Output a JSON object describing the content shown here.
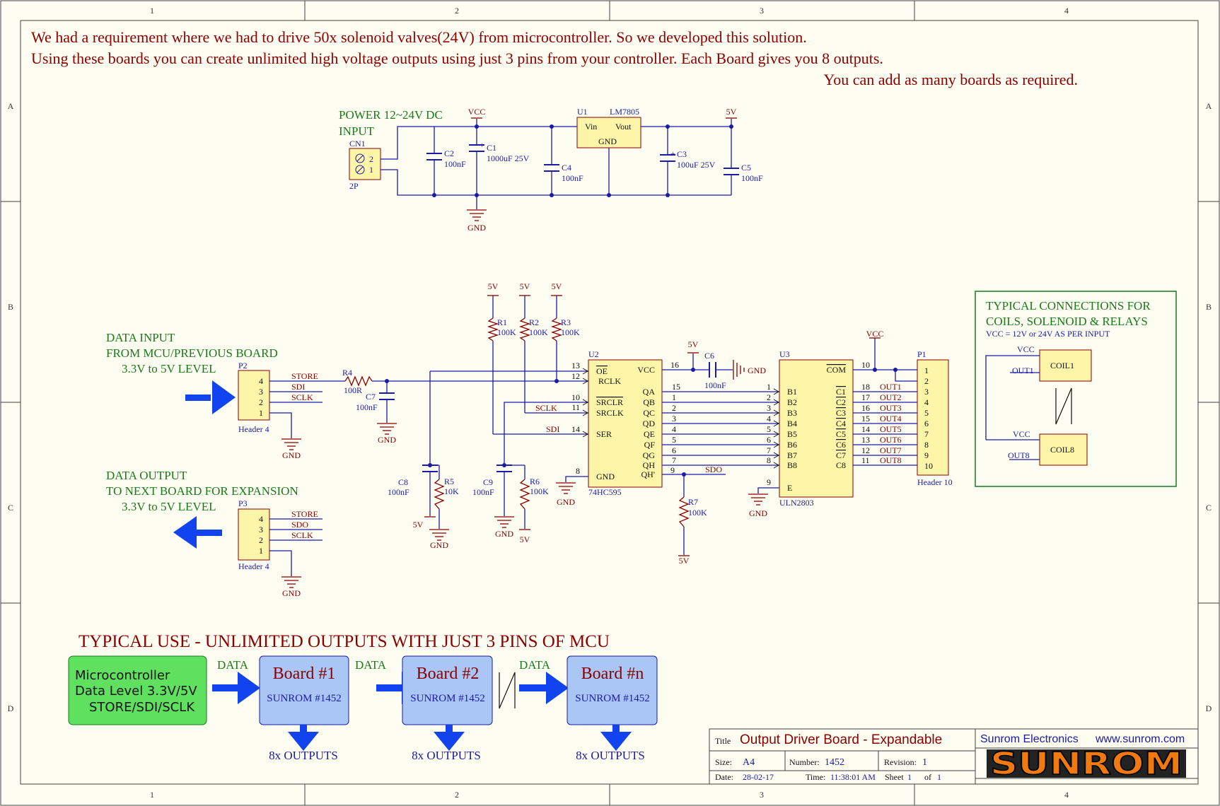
{
  "frame": {
    "columns": [
      "1",
      "2",
      "3",
      "4"
    ],
    "rows": [
      "A",
      "B",
      "C",
      "D"
    ]
  },
  "notes": {
    "line1": "We had a requirement where we had to drive 50x solenoid valves(24V) from microcontroller. So we developed this solution.",
    "line2": "Using these boards you can create unlimited high voltage outputs using just 3 pins from your controller. Each Board gives you 8 outputs.",
    "line3": "You can add as many boards as required."
  },
  "power": {
    "title_line1": "POWER 12~24V DC",
    "title_line2": "INPUT",
    "connector": {
      "ref": "CN1",
      "value": "2P",
      "pins": [
        "2",
        "1"
      ]
    },
    "vcc_label": "VCC",
    "out_label": "5V",
    "gnd_label": "GND",
    "regulator": {
      "ref": "U1",
      "part": "LM7805",
      "vin": "Vin",
      "vout": "Vout",
      "gnd": "GND"
    },
    "caps": [
      {
        "ref": "C2",
        "value": "100nF"
      },
      {
        "ref": "C1",
        "value": "1000uF 25V"
      },
      {
        "ref": "C4",
        "value": "100nF"
      },
      {
        "ref": "C3",
        "value": "100uF 25V"
      },
      {
        "ref": "C5",
        "value": "100nF"
      }
    ]
  },
  "data_input": {
    "line1": "DATA INPUT",
    "line2": "FROM MCU/PREVIOUS BOARD",
    "line3": "3.3V to 5V LEVEL",
    "header": {
      "ref": "P2",
      "name": "Header 4",
      "pins": [
        "4",
        "3",
        "2",
        "1"
      ]
    },
    "signals": [
      "STORE",
      "SDI",
      "SCLK"
    ]
  },
  "data_output": {
    "line1": "DATA OUTPUT",
    "line2": "TO NEXT BOARD FOR EXPANSION",
    "line3": "3.3V to 5V LEVEL",
    "header": {
      "ref": "P3",
      "name": "Header 4",
      "pins": [
        "4",
        "3",
        "2",
        "1"
      ]
    },
    "signals": [
      "STORE",
      "SDO",
      "SCLK"
    ]
  },
  "passives": {
    "R1": {
      "ref": "R1",
      "value": "100K"
    },
    "R2": {
      "ref": "R2",
      "value": "100K"
    },
    "R3": {
      "ref": "R3",
      "value": "100K"
    },
    "R4": {
      "ref": "R4",
      "value": "100R"
    },
    "R5": {
      "ref": "R5",
      "value": "10K"
    },
    "R6": {
      "ref": "R6",
      "value": "100K"
    },
    "R7": {
      "ref": "R7",
      "value": "100K"
    },
    "C6": {
      "ref": "C6",
      "value": "100nF"
    },
    "C7": {
      "ref": "C7",
      "value": "100nF"
    },
    "C8": {
      "ref": "C8",
      "value": "100nF"
    },
    "C9": {
      "ref": "C9",
      "value": "100nF"
    }
  },
  "net": {
    "v5": "5V",
    "vcc": "VCC",
    "gnd": "GND",
    "sclk": "SCLK",
    "sdi": "SDI",
    "sdo": "SDO"
  },
  "u2": {
    "ref": "U2",
    "part": "74HC595",
    "oe": "OE",
    "rclk": "RCLK",
    "srclr": "SRCLR",
    "srclk": "SRCLK",
    "ser": "SER",
    "gnd": "GND",
    "vcc": "VCC",
    "pin_oe": "13",
    "pin_rclk": "12",
    "pin_srclr": "10",
    "pin_srclk": "11",
    "pin_ser": "14",
    "pin_gnd": "8",
    "pin_vcc": "16",
    "pin_qh2": "9",
    "outputs": [
      "QA",
      "QB",
      "QC",
      "QD",
      "QE",
      "QF",
      "QG",
      "QH"
    ],
    "output_pins": [
      "15",
      "1",
      "2",
      "3",
      "4",
      "5",
      "6",
      "7"
    ],
    "qh2": "QH'"
  },
  "u3": {
    "ref": "U3",
    "part": "ULN2803",
    "inputs": [
      "B1",
      "B2",
      "B3",
      "B4",
      "B5",
      "B6",
      "B7",
      "B8"
    ],
    "input_pins": [
      "1",
      "2",
      "3",
      "4",
      "5",
      "6",
      "7",
      "8"
    ],
    "outputs": [
      "C1",
      "C2",
      "C3",
      "C4",
      "C5",
      "C6",
      "C7",
      "C8"
    ],
    "output_pins": [
      "18",
      "17",
      "16",
      "15",
      "14",
      "13",
      "12",
      "11"
    ],
    "com": "COM",
    "pin_com": "10",
    "e": "E",
    "pin_e": "9",
    "out_nets": [
      "OUT1",
      "OUT2",
      "OUT3",
      "OUT4",
      "OUT5",
      "OUT6",
      "OUT7",
      "OUT8"
    ]
  },
  "p1": {
    "ref": "P1",
    "name": "Header 10",
    "pins": [
      "1",
      "2",
      "3",
      "4",
      "5",
      "6",
      "7",
      "8",
      "9",
      "10"
    ]
  },
  "typical": {
    "title_line1": "TYPICAL CONNECTIONS FOR",
    "title_line2": "COILS, SOLENOID & RELAYS",
    "subtitle": "VCC = 12V or 24V AS PER INPUT",
    "vcc": "VCC",
    "coil1": "COIL1",
    "coil8": "COIL8",
    "out1": "OUT1",
    "out8": "OUT8"
  },
  "usage": {
    "title": "TYPICAL USE - UNLIMITED OUTPUTS WITH JUST 3 PINS OF MCU",
    "mcu_line1": "Microcontroller",
    "mcu_line2": "Data Level 3.3V/5V",
    "mcu_line3": "STORE/SDI/SCLK",
    "data_label": "DATA",
    "boards": [
      {
        "name": "Board #1",
        "sub": "SUNROM #1452",
        "outputs": "8x OUTPUTS"
      },
      {
        "name": "Board #2",
        "sub": "SUNROM #1452",
        "outputs": "8x OUTPUTS"
      },
      {
        "name": "Board #n",
        "sub": "SUNROM #1452",
        "outputs": "8x OUTPUTS"
      }
    ]
  },
  "title_block": {
    "title_label": "Title",
    "title": "Output Driver Board - Expandable",
    "company": "Sunrom Electronics",
    "website": "www.sunrom.com",
    "logo": "SUNROM",
    "size_label": "Size:",
    "size": "A4",
    "number_label": "Number:",
    "number": "1452",
    "revision_label": "Revision:",
    "revision": "1",
    "date_label": "Date:",
    "date": "28-02-17",
    "time_label": "Time:",
    "time": "11:38:01 AM",
    "sheet_label": "Sheet",
    "sheet": "1",
    "of_label": "of",
    "of": "1"
  },
  "colors": {
    "sheet_bg": "#fdfdf2",
    "wire": "#1b1ba8",
    "net_label": "#8b0000",
    "heading": "#1a7a1a",
    "component_fill": "#fdf5a8",
    "board_fill": "#a9c6f4",
    "mcu_fill": "#5fe05f",
    "arrow": "#1144ee",
    "logo_fill": "#f07a10"
  }
}
